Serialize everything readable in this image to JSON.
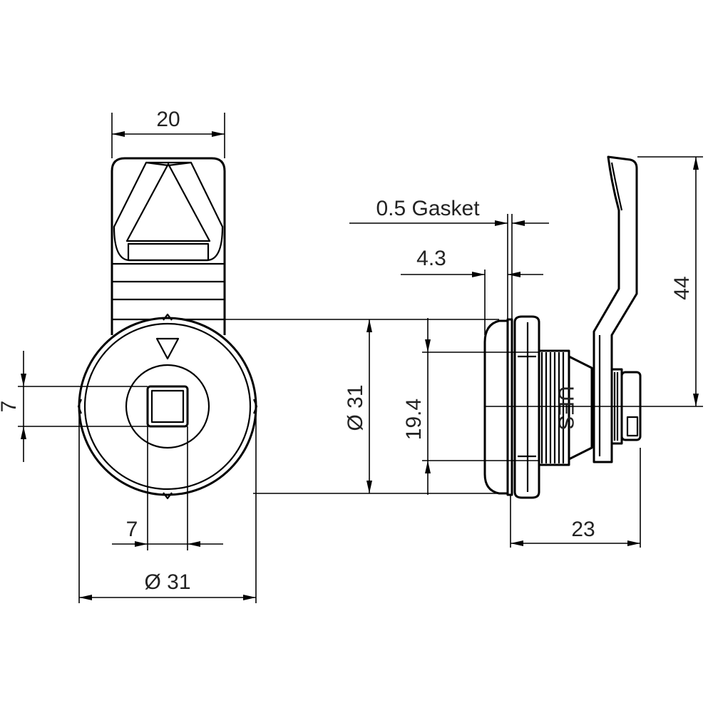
{
  "dimensions": {
    "cam_width": "20",
    "gasket": "0.5 Gasket",
    "flange_thickness": "4.3",
    "front_square_height": "7",
    "front_square_width": "7",
    "front_diameter": "Ø 31",
    "side_diameter": "Ø 31",
    "thread_diameter": "19.4",
    "body_length": "23",
    "cam_height": "44"
  },
  "marks": {
    "body_engraving": "UES"
  }
}
